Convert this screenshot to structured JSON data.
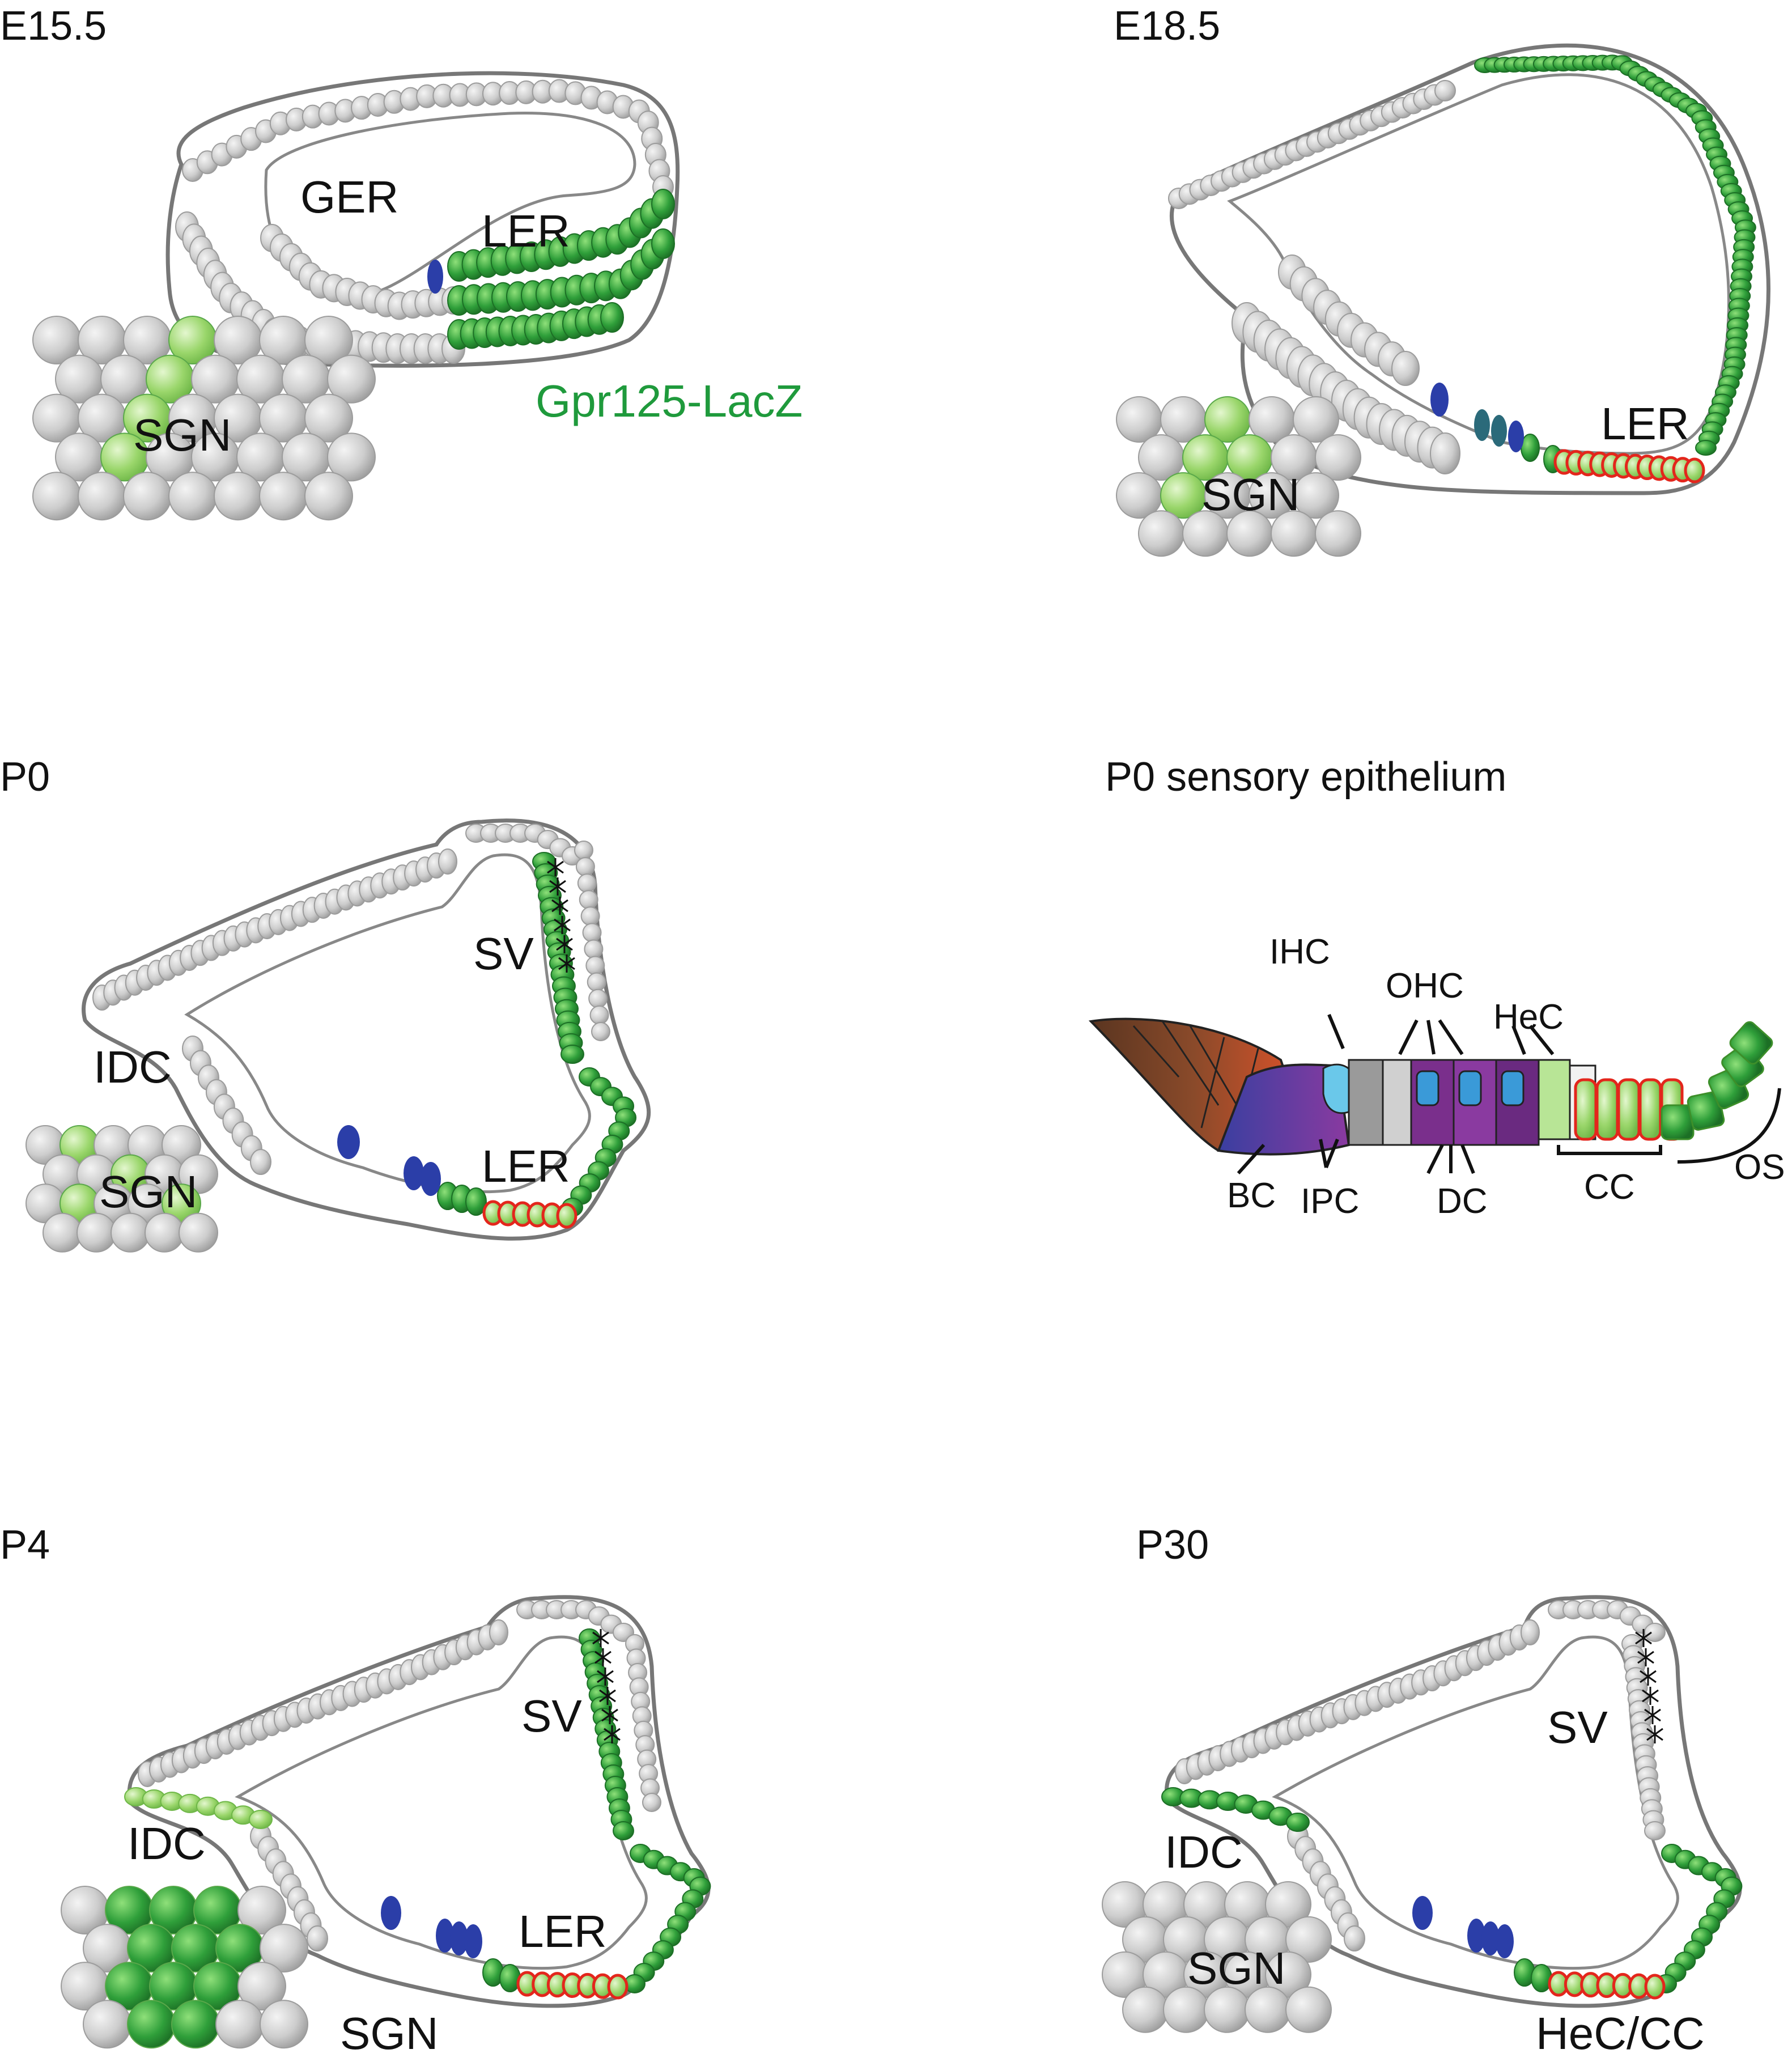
{
  "colors": {
    "gray_cell": "#cfcfcf",
    "gray_cell_edge": "#a8a8a8",
    "green_cell": "#2f9f3a",
    "light_green_cell": "#9ad66b",
    "blue_cell": "#2b3ea8",
    "red_outline": "#e3261c",
    "outline": "#777777",
    "legend_green": "#1f9a3c"
  },
  "legend": {
    "text": "Gpr125-LacZ"
  },
  "panels": [
    {
      "id": "e155",
      "stage": "E15.5",
      "labels": [
        "GER",
        "LER",
        "SGN"
      ]
    },
    {
      "id": "e185",
      "stage": "E18.5",
      "labels": [
        "LER",
        "SGN"
      ]
    },
    {
      "id": "p0",
      "stage": "P0",
      "labels": [
        "SV",
        "IDC",
        "LER",
        "SGN"
      ]
    },
    {
      "id": "p0se",
      "stage": "P0 sensory epithelium",
      "labels": [
        "IHC",
        "OHC",
        "HeC",
        "BC",
        "IPC",
        "DC",
        "CC",
        "OS"
      ]
    },
    {
      "id": "p4",
      "stage": "P4",
      "labels": [
        "SV",
        "IDC",
        "LER",
        "SGN"
      ]
    },
    {
      "id": "p30",
      "stage": "P30",
      "labels": [
        "SV",
        "IDC",
        "SGN",
        "HeC/CC"
      ]
    }
  ]
}
